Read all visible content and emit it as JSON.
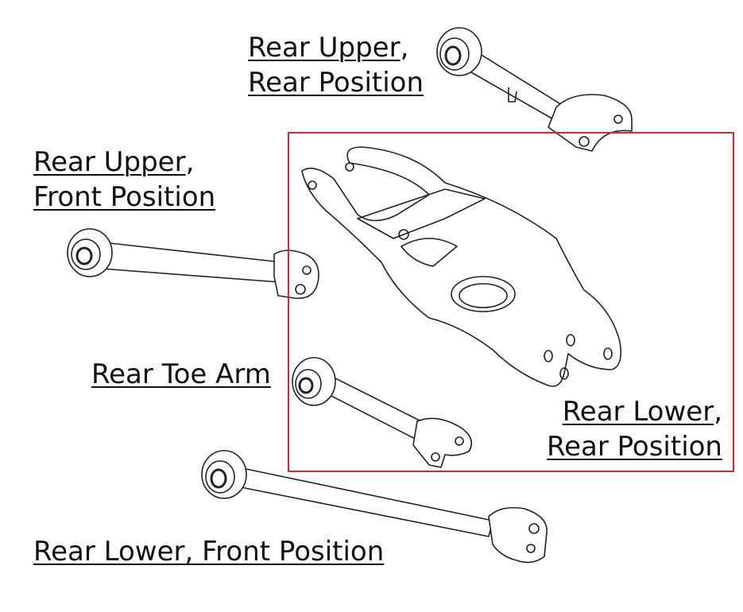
{
  "labels": {
    "rear_upper_rear": {
      "line1": "Rear Upper",
      "line1_suffix": ",",
      "line2": "Rear Position"
    },
    "rear_upper_front": {
      "line1": "Rear Upper",
      "line1_suffix": ",",
      "line2": "Front Position"
    },
    "rear_toe_arm": {
      "line1": "Rear Toe Arm"
    },
    "rear_lower_rear": {
      "line1": "Rear Lower",
      "line1_suffix": ",",
      "line2": "Rear Position"
    },
    "rear_lower_front": {
      "line1": "Rear Lower, Front Position"
    }
  },
  "highlight_color": "#d42a2a"
}
